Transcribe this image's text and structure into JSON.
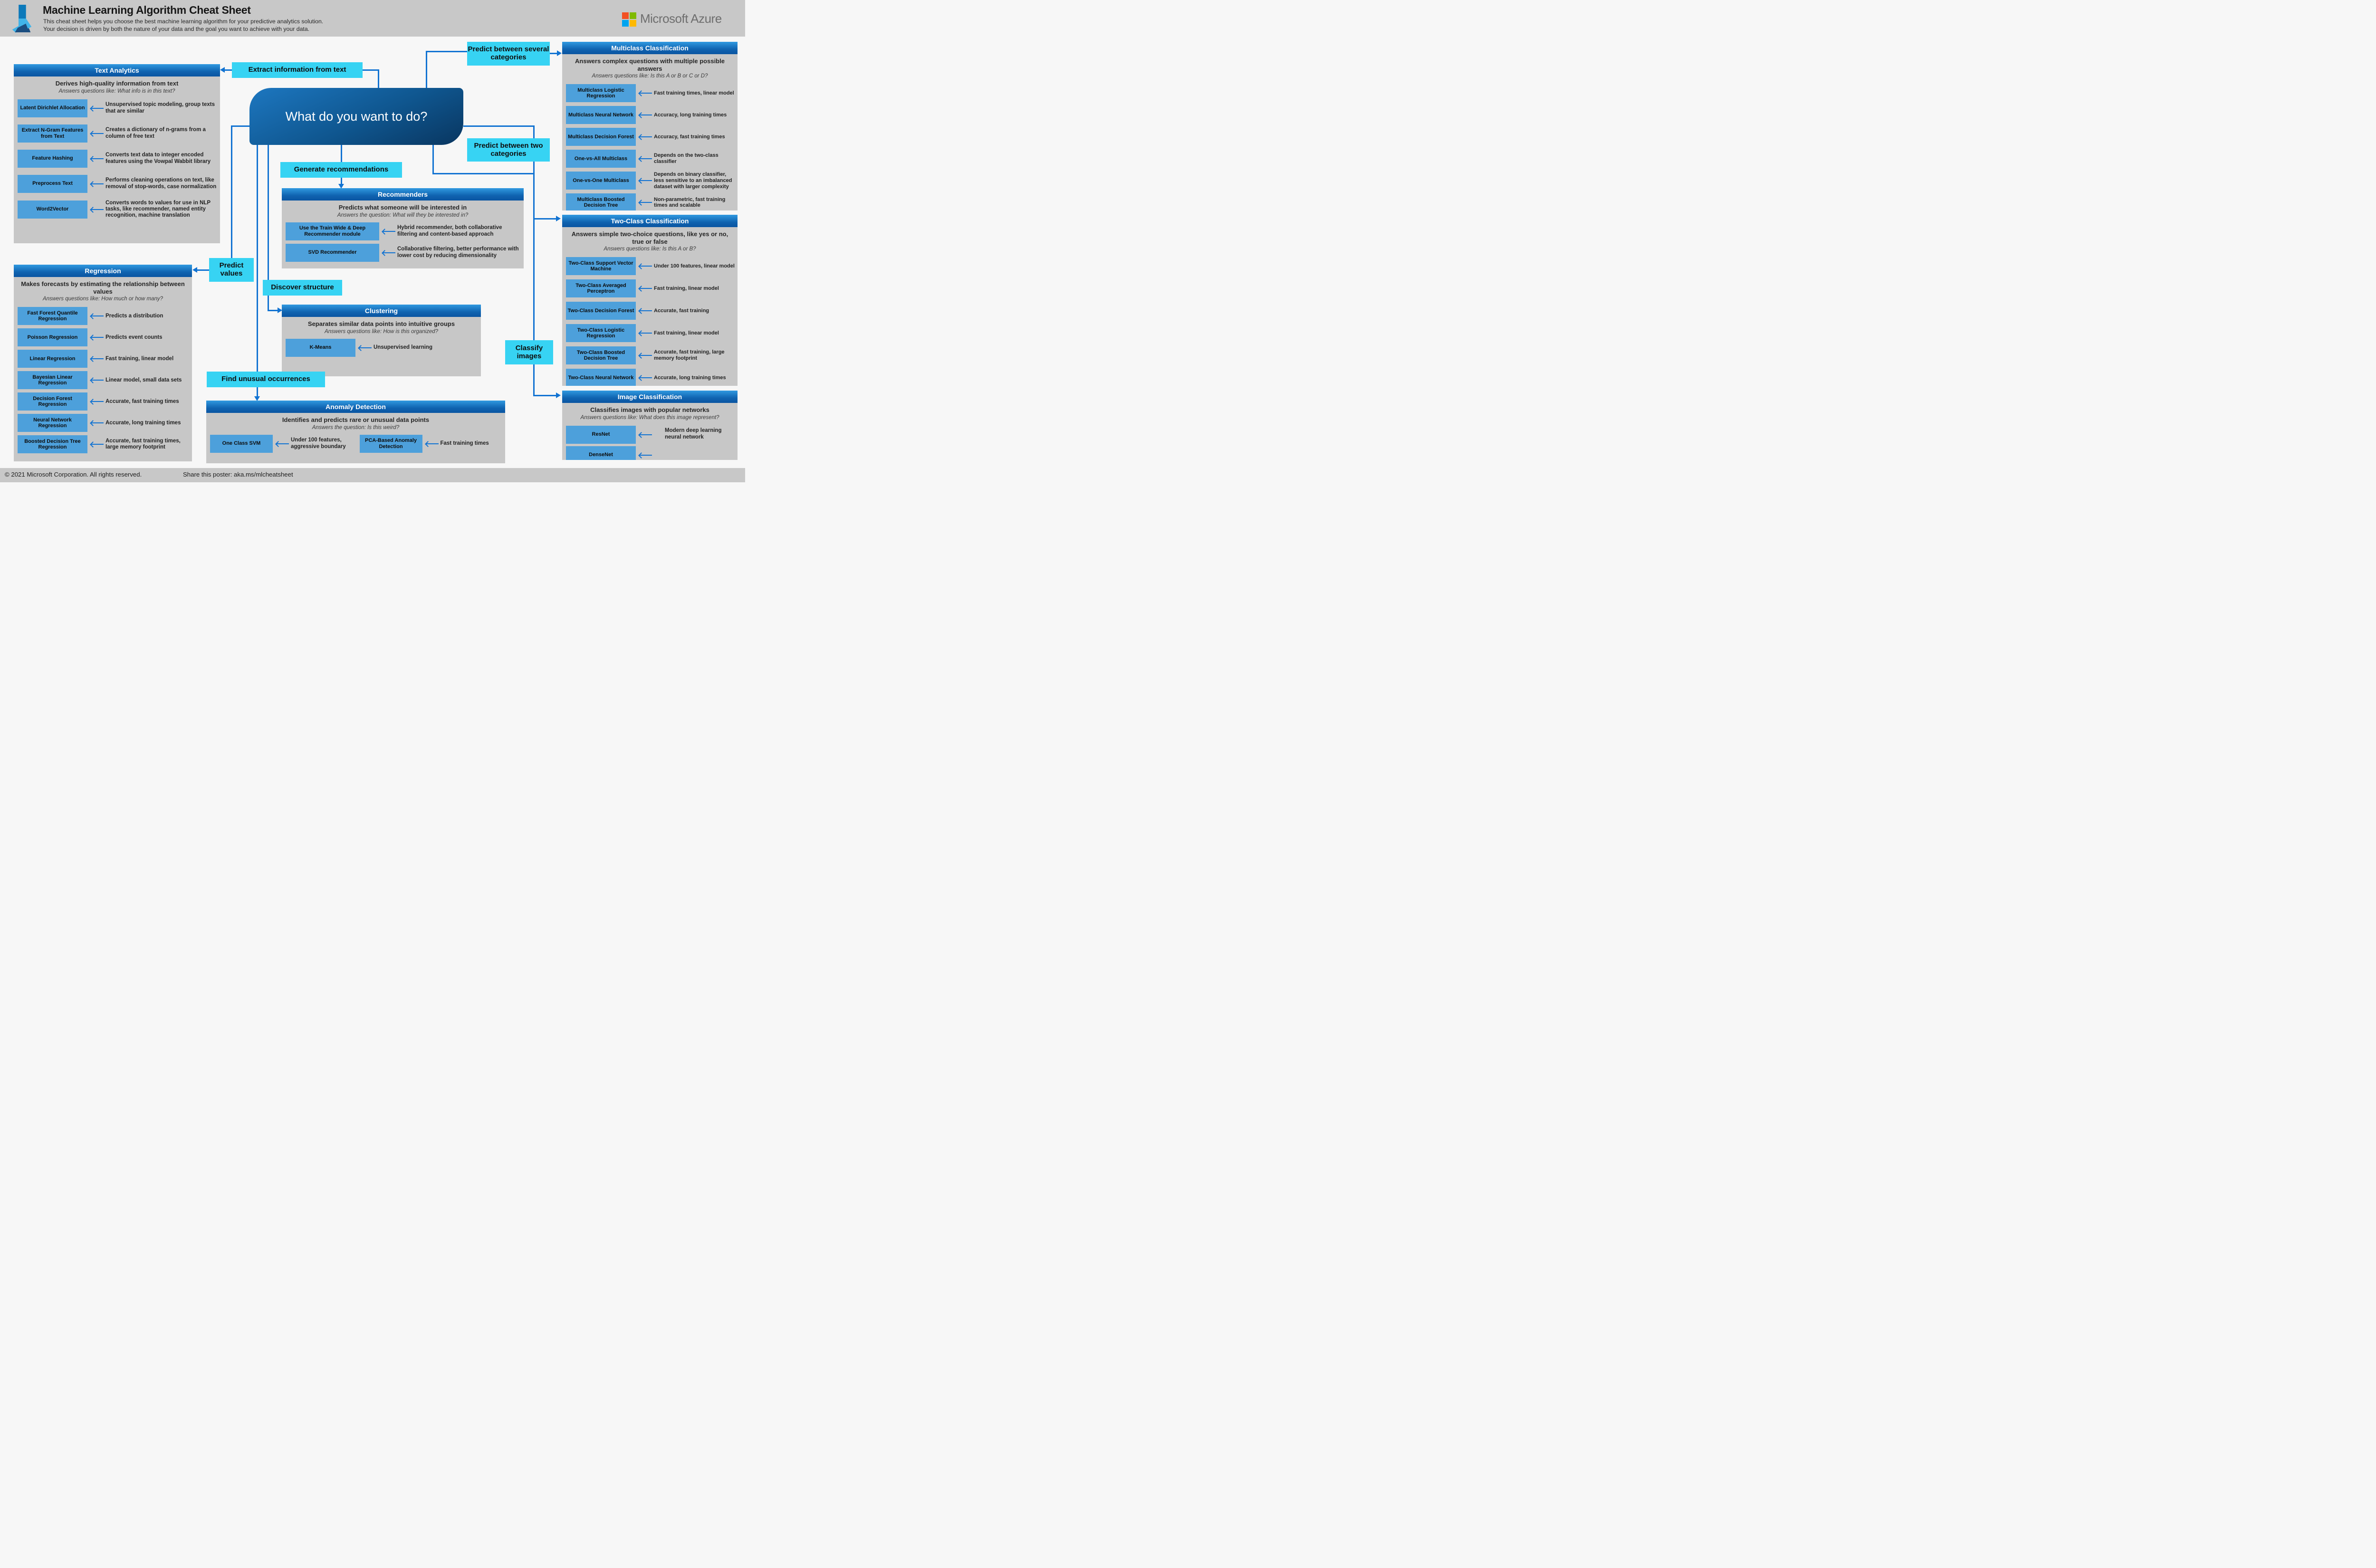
{
  "header": {
    "title": "Machine Learning Algorithm Cheat Sheet",
    "subtitle1": "This cheat sheet helps you choose the best machine learning algorithm for your predictive analytics solution.",
    "subtitle2": "Your decision is driven by both the nature of your data and the goal you want to achieve with your data.",
    "brand": "Microsoft Azure"
  },
  "center_node": {
    "label": "What do you want to do?"
  },
  "callouts": {
    "extract_info": "Extract information from text",
    "predict_several": "Predict between several categories",
    "predict_two": "Predict between two categories",
    "generate_recommendations": "Generate recommendations",
    "predict_values": "Predict values",
    "discover_structure": "Discover structure",
    "find_unusual": "Find unusual occurrences",
    "classify_images": "Classify images"
  },
  "panels": {
    "text_analytics": {
      "title": "Text Analytics",
      "heading": "Derives high-quality information from text",
      "subheading": "Answers questions like: What info is in this text?",
      "rows": [
        {
          "label": "Latent Dirichlet Allocation",
          "desc": "Unsupervised topic modeling, group texts that are similar"
        },
        {
          "label": "Extract N-Gram Features from Text",
          "desc": "Creates a dictionary of n-grams from a column of free text"
        },
        {
          "label": "Feature Hashing",
          "desc": "Converts text data to integer encoded features using the Vowpal Wabbit library"
        },
        {
          "label": "Preprocess Text",
          "desc": "Performs cleaning operations on text, like removal of stop-words, case normalization"
        },
        {
          "label": "Word2Vector",
          "desc": "Converts words to values for use in NLP tasks, like recommender, named entity recognition, machine translation"
        }
      ]
    },
    "regression": {
      "title": "Regression",
      "heading": "Makes forecasts by estimating the relationship between values",
      "subheading": "Answers questions like: How much or how many?",
      "rows": [
        {
          "label": "Fast Forest Quantile Regression",
          "desc": "Predicts a distribution"
        },
        {
          "label": "Poisson Regression",
          "desc": "Predicts event counts"
        },
        {
          "label": "Linear Regression",
          "desc": "Fast training, linear model"
        },
        {
          "label": "Bayesian Linear Regression",
          "desc": "Linear model, small data sets"
        },
        {
          "label": "Decision Forest Regression",
          "desc": "Accurate, fast training times"
        },
        {
          "label": "Neural Network Regression",
          "desc": "Accurate, long training times"
        },
        {
          "label": "Boosted Decision Tree Regression",
          "desc": "Accurate, fast training times, large memory footprint"
        }
      ]
    },
    "multiclass": {
      "title": "Multiclass Classification",
      "heading": "Answers complex questions with multiple possible answers",
      "subheading": "Answers questions like: Is this A or B or C or D?",
      "rows": [
        {
          "label": "Multiclass Logistic Regression",
          "desc": "Fast training times, linear model"
        },
        {
          "label": "Multiclass Neural Network",
          "desc": "Accuracy, long training times"
        },
        {
          "label": "Multiclass Decision Forest",
          "desc": "Accuracy, fast training times"
        },
        {
          "label": "One-vs-All Multiclass",
          "desc": "Depends on the two-class classifier"
        },
        {
          "label": "One-vs-One Multiclass",
          "desc": "Depends on binary classifier, less sensitive to an imbalanced dataset with larger complexity"
        },
        {
          "label": "Multiclass Boosted Decision Tree",
          "desc": "Non-parametric, fast training times and scalable"
        }
      ]
    },
    "two_class": {
      "title": "Two-Class Classification",
      "heading": "Answers simple two-choice questions, like yes or no, true or false",
      "subheading": "Answers questions like: Is this A or B?",
      "rows": [
        {
          "label": "Two-Class Support Vector Machine",
          "desc": "Under 100 features, linear model"
        },
        {
          "label": "Two-Class Averaged Perceptron",
          "desc": "Fast training, linear model"
        },
        {
          "label": "Two-Class Decision Forest",
          "desc": "Accurate, fast training"
        },
        {
          "label": "Two-Class Logistic Regression",
          "desc": "Fast training, linear model"
        },
        {
          "label": "Two-Class Boosted Decision Tree",
          "desc": "Accurate, fast training, large memory footprint"
        },
        {
          "label": "Two-Class Neural Network",
          "desc": "Accurate, long training times"
        }
      ]
    },
    "image_classification": {
      "title": "Image Classification",
      "heading": "Classifies images with popular networks",
      "subheading": "Answers questions like: What does this image represent?",
      "shared_description": "Modern deep learning neural network",
      "rows": [
        {
          "label": "ResNet",
          "desc": ""
        },
        {
          "label": "DenseNet",
          "desc": ""
        }
      ]
    },
    "recommenders": {
      "title": "Recommenders",
      "heading": "Predicts what someone will be interested in",
      "subheading": "Answers the question: What will they be interested in?",
      "rows": [
        {
          "label": "Use the Train Wide & Deep Recommender module",
          "desc": "Hybrid recommender, both collaborative filtering and content-based approach"
        },
        {
          "label": "SVD Recommender",
          "desc": "Collaborative filtering, better performance with lower cost by reducing dimensionality"
        }
      ]
    },
    "clustering": {
      "title": "Clustering",
      "heading": "Separates similar data points into intuitive groups",
      "subheading": "Answers questions like: How is this organized?",
      "rows": [
        {
          "label": "K-Means",
          "desc": "Unsupervised learning"
        }
      ]
    },
    "anomaly": {
      "title": "Anomaly Detection",
      "heading": "Identifies and predicts rare or unusual data points",
      "subheading": "Answers the question: Is this weird?",
      "rows": [
        {
          "label": "One Class SVM",
          "desc": "Under 100 features, aggressive boundary"
        },
        {
          "label": "PCA-Based Anomaly Detection",
          "desc": "Fast training times"
        }
      ]
    }
  },
  "footer": {
    "copyright": "© 2021 Microsoft Corporation. All rights reserved.",
    "share": "Share this poster: aka.ms/mlcheatsheet"
  },
  "colors": {
    "accent_cyan": "#37d3f3",
    "panel_header_blue": "#1063b0",
    "algorithm_box_blue": "#4da0db",
    "connector_blue": "#1273d2",
    "node_gradient_dark": "#093660",
    "band_gray": "#c8c8c8",
    "panel_gray": "#c7c7c7",
    "ms_logo": [
      "#f25022",
      "#7fba00",
      "#00a4ef",
      "#ffb900"
    ]
  }
}
